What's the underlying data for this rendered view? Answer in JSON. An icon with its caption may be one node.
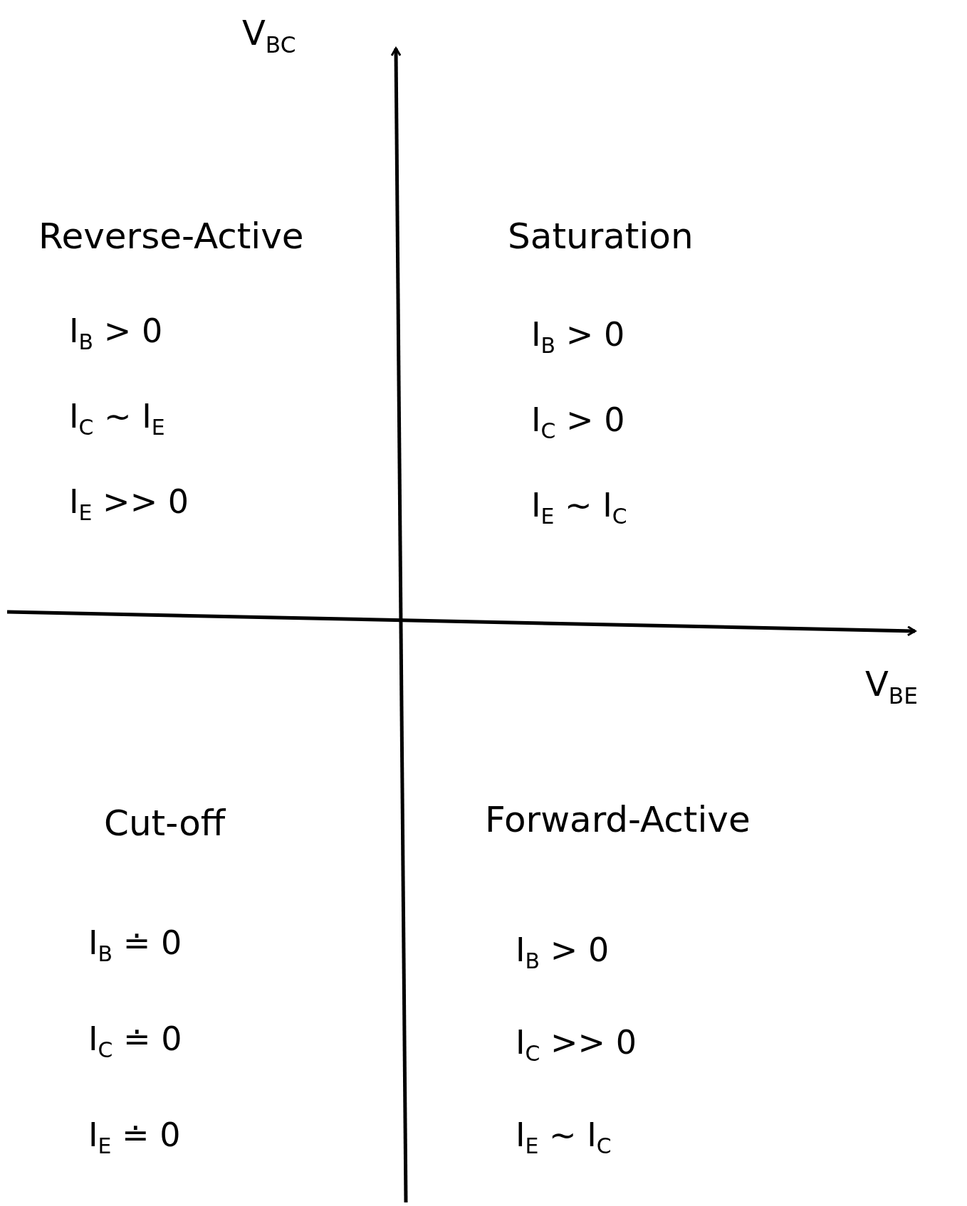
{
  "diagram": {
    "labels": [
      "V$_{BC}$",
      "Reverse-Active",
      "I$_{B}$ > 0",
      "I$_{C}$ ~ I$_{E}$",
      "I$_{E}$ >> 0",
      "Saturation",
      "I$_{B}$ > 0",
      "I$_{C}$ > 0",
      "I$_{E}$ ~ I$_{C}$",
      "V$_{BE}$",
      "Cut-off",
      "I$_{B}$ ≐ 0",
      "I$_{C}$ ≐ 0",
      "I$_{E}$ ≐ 0",
      "Forward-Active",
      "I$_{B}$ > 0",
      "I$_{C}$ >> 0",
      "I$_{E}$ ~ I$_{C}$"
    ]
  }
}
